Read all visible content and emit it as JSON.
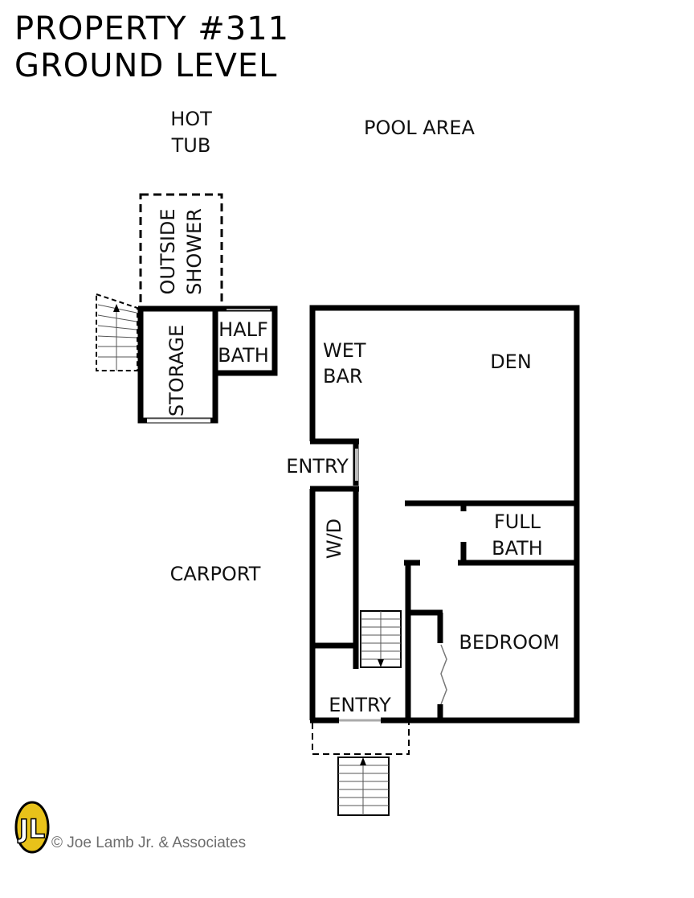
{
  "header": {
    "title_line1": "PROPERTY #311",
    "title_line2": "GROUND LEVEL"
  },
  "areas": {
    "hot_tub_line1": "HOT",
    "hot_tub_line2": "TUB",
    "pool_area": "POOL AREA",
    "outside_shower_line1": "OUTSIDE",
    "outside_shower_line2": "SHOWER",
    "storage": "STORAGE",
    "half_bath_line1": "HALF",
    "half_bath_line2": "BATH",
    "wet_bar_line1": "WET",
    "wet_bar_line2": "BAR",
    "den": "DEN",
    "entry_side": "ENTRY",
    "washer_dryer": "W/D",
    "full_bath_line1": "FULL",
    "full_bath_line2": "BATH",
    "carport": "CARPORT",
    "bedroom": "BEDROOM",
    "entry_front": "ENTRY"
  },
  "footer": {
    "logo_text": "JL",
    "copyright": "© Joe Lamb Jr. & Associates"
  },
  "colors": {
    "wall": "#000000",
    "logo_fill": "#e8c21a",
    "logo_outline": "#000000",
    "copyright_text": "#6d6d6d"
  }
}
